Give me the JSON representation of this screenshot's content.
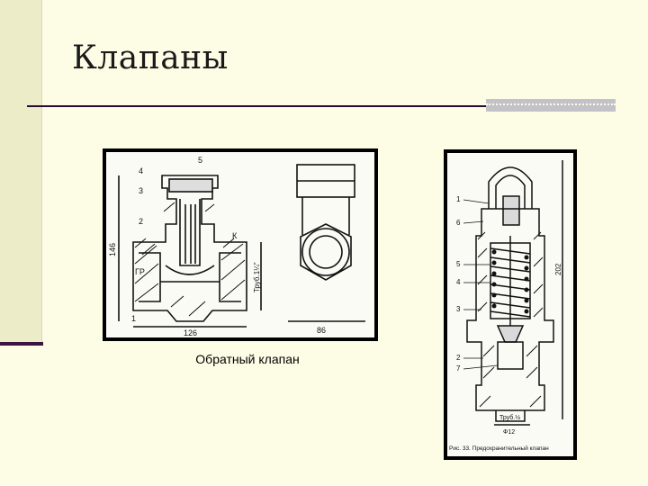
{
  "slide": {
    "title": "Клапаны",
    "caption": "Обратный клапан"
  },
  "figures": {
    "check_valve": {
      "labels": [
        "5",
        "4",
        "3",
        "2",
        "К",
        "ГР",
        "1",
        "146",
        "126",
        "86",
        "Труб.1¼\""
      ]
    },
    "safety_valve": {
      "labels": [
        "1",
        "6",
        "5",
        "4",
        "3",
        "2",
        "7",
        "202",
        "Труб.½",
        "Ф12"
      ],
      "caption": "Рис. 33. Предохранительный клапан"
    }
  },
  "colors": {
    "background": "#fdfde6",
    "accent_dark": "#2a0a35",
    "accent_gray": "#c2c2c8"
  }
}
